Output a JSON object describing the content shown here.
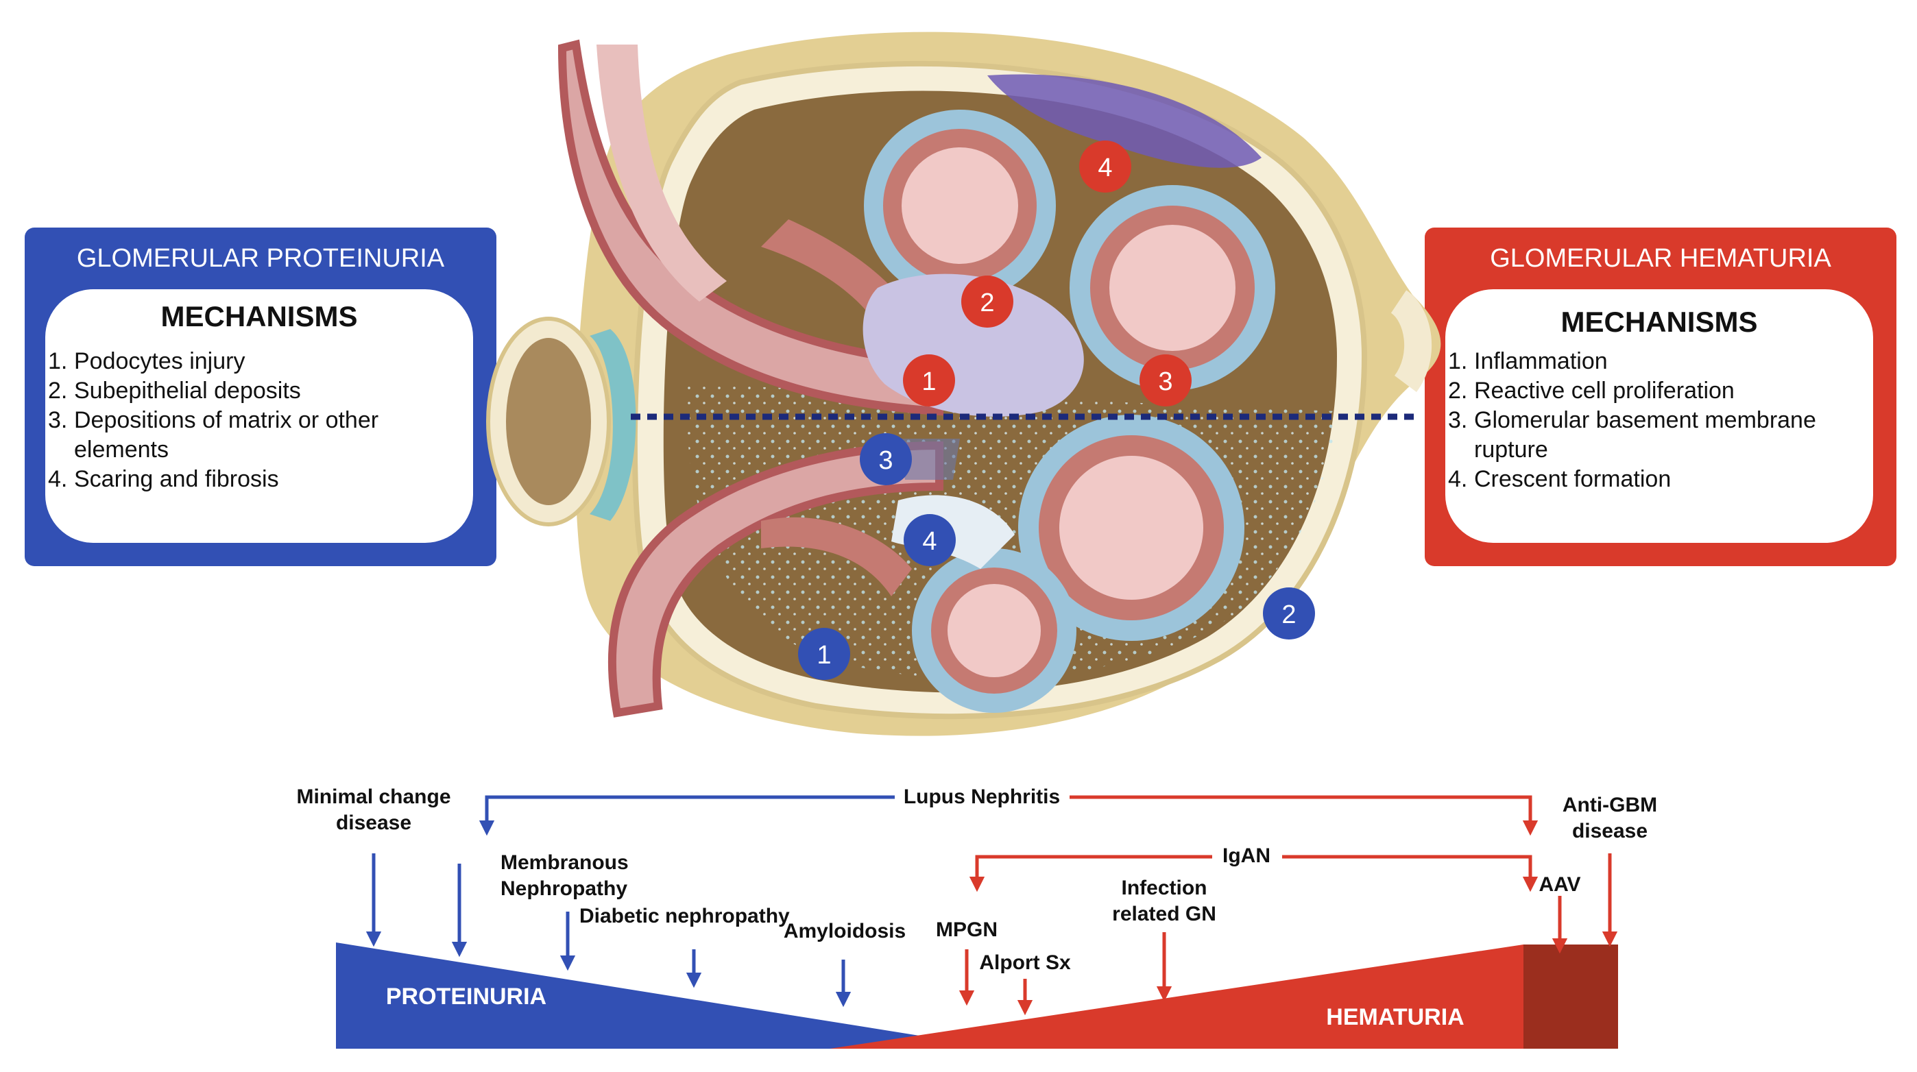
{
  "left_panel": {
    "title": "GLOMERULAR PROTEINURIA",
    "mechanisms_title": "MECHANISMS",
    "items": [
      {
        "num": "1.",
        "text": "Podocytes injury"
      },
      {
        "num": "2.",
        "text": "Subepithelial deposits"
      },
      {
        "num": "3.",
        "text": "Depositions of matrix or other elements"
      },
      {
        "num": "4.",
        "text": "Scaring and fibrosis"
      }
    ],
    "color": "#3250b4"
  },
  "right_panel": {
    "title": "GLOMERULAR HEMATURIA",
    "mechanisms_title": "MECHANISMS",
    "items": [
      {
        "num": "1.",
        "text": "Inflammation"
      },
      {
        "num": "2.",
        "text": "Reactive cell proliferation"
      },
      {
        "num": "3.",
        "text": "Glomerular basement membrane rupture"
      },
      {
        "num": "4.",
        "text": "Crescent formation"
      }
    ],
    "color": "#d93a2b"
  },
  "badges": {
    "red": [
      "1",
      "2",
      "3",
      "4"
    ],
    "blue": [
      "1",
      "2",
      "3",
      "4"
    ]
  },
  "diseases": {
    "minimal_change_1": "Minimal change",
    "minimal_change_2": "disease",
    "lupus": "Lupus Nephritis",
    "membranous_1": "Membranous",
    "membranous_2": "Nephropathy",
    "diabetic": "Diabetic nephropathy",
    "amyloidosis": "Amyloidosis",
    "mpgn": "MPGN",
    "alport": "Alport Sx",
    "igan": "IgAN",
    "infection_1": "Infection",
    "infection_2": "related GN",
    "aav": "AAV",
    "antigbm_1": "Anti-GBM",
    "antigbm_2": "disease"
  },
  "spectrum": {
    "left_label": "PROTEINURIA",
    "right_label": "HEMATURIA"
  },
  "colors": {
    "blue": "#3250b4",
    "red": "#d93a2b",
    "dark_red": "#9b2e1e"
  }
}
